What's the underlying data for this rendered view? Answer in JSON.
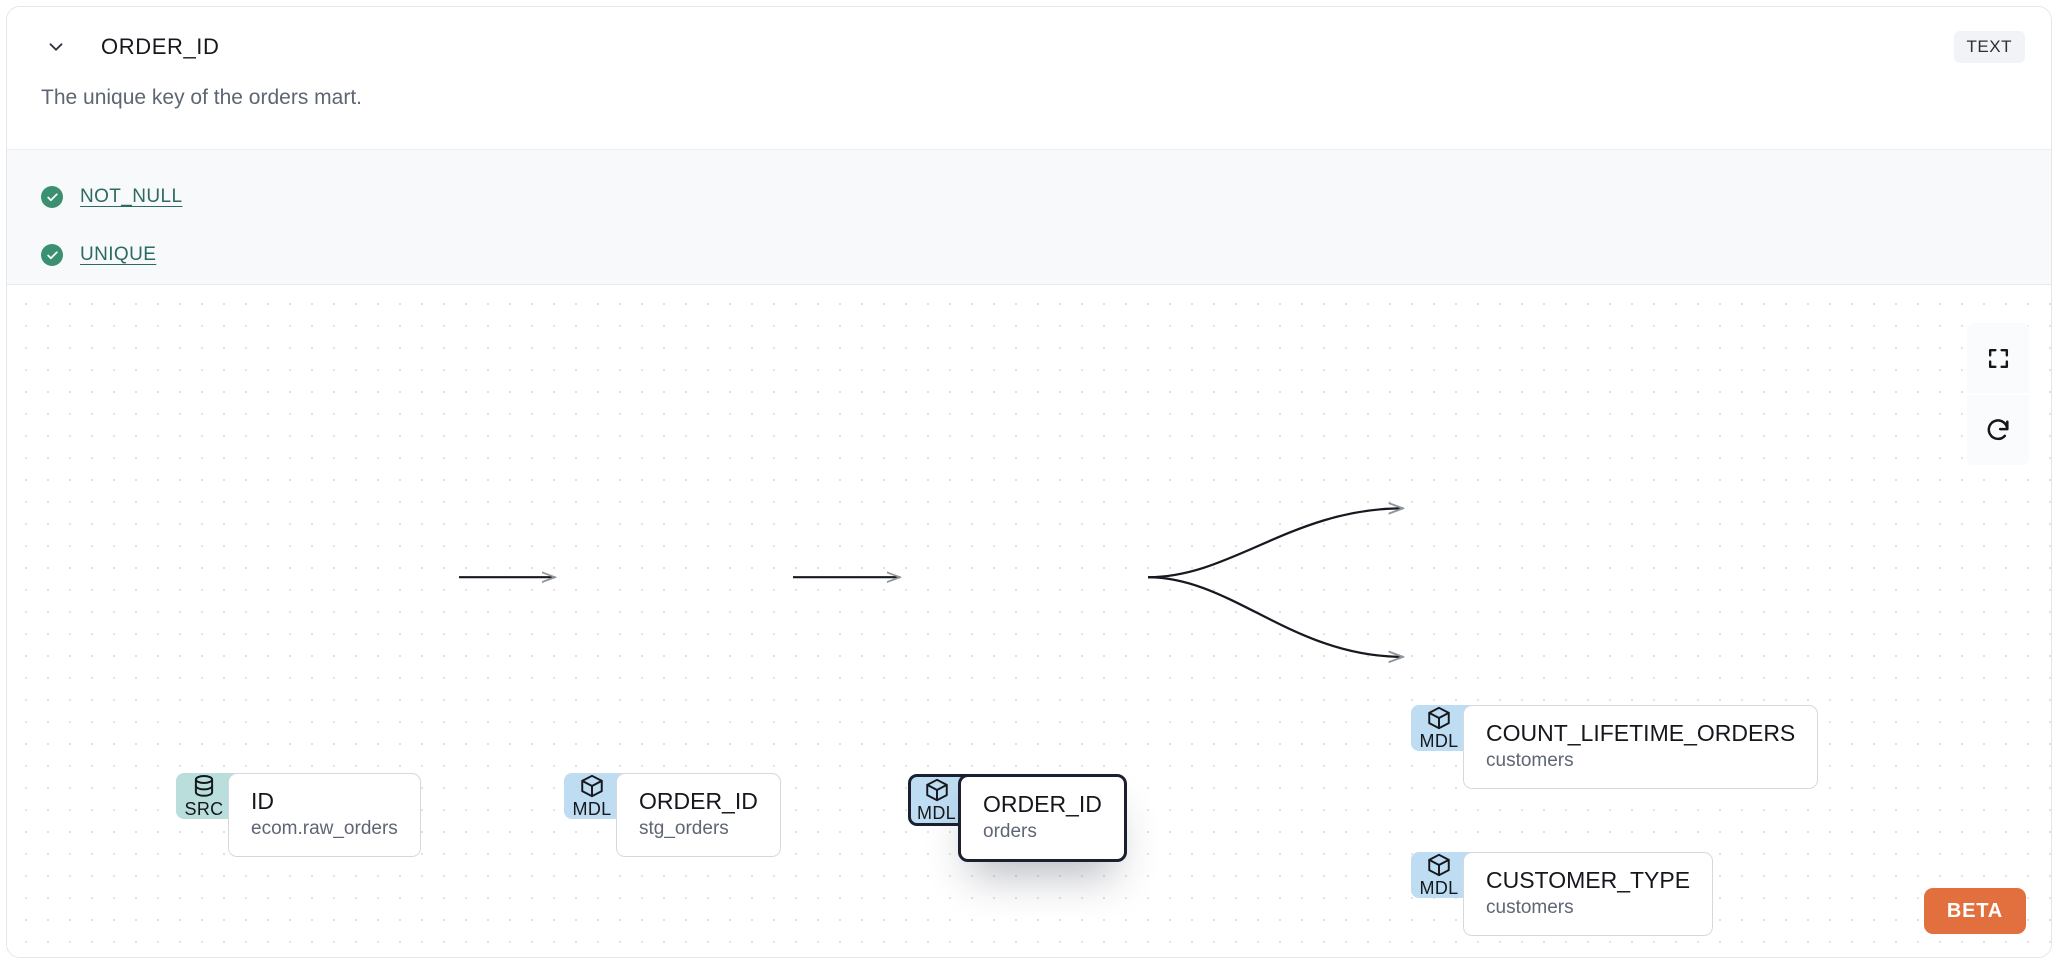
{
  "header": {
    "collapse_icon": "chevron-down-icon",
    "title": "ORDER_ID",
    "type_badge": "TEXT"
  },
  "description": {
    "text": "The unique key of the orders mart."
  },
  "tests": {
    "items": [
      {
        "status_icon": "check-circle-icon",
        "label": "NOT_NULL"
      },
      {
        "status_icon": "check-circle-icon",
        "label": "UNIQUE"
      }
    ]
  },
  "lineage": {
    "nodes": [
      {
        "id": "src",
        "badge": "SRC",
        "badge_icon": "database-icon",
        "name": "ID",
        "sub": "ecom.raw_orders",
        "selected": false
      },
      {
        "id": "stg",
        "badge": "MDL",
        "badge_icon": "cube-icon",
        "name": "ORDER_ID",
        "sub": "stg_orders",
        "selected": false
      },
      {
        "id": "orders",
        "badge": "MDL",
        "badge_icon": "cube-icon",
        "name": "ORDER_ID",
        "sub": "orders",
        "selected": true
      },
      {
        "id": "count",
        "badge": "MDL",
        "badge_icon": "cube-icon",
        "name": "COUNT_LIFETIME_ORDERS",
        "sub": "customers",
        "selected": false
      },
      {
        "id": "custtype",
        "badge": "MDL",
        "badge_icon": "cube-icon",
        "name": "CUSTOMER_TYPE",
        "sub": "customers",
        "selected": false
      }
    ]
  },
  "controls": {
    "fit_view": "fit-view-icon",
    "reset": "refresh-icon"
  },
  "footer": {
    "beta_label": "BETA"
  },
  "colors": {
    "src_badge": "#b9dedb",
    "mdl_badge": "#bedcf2",
    "test_pass": "#3a9070",
    "test_link": "#2c6a63",
    "beta": "#e2703f",
    "selected_border": "#1b2030"
  }
}
